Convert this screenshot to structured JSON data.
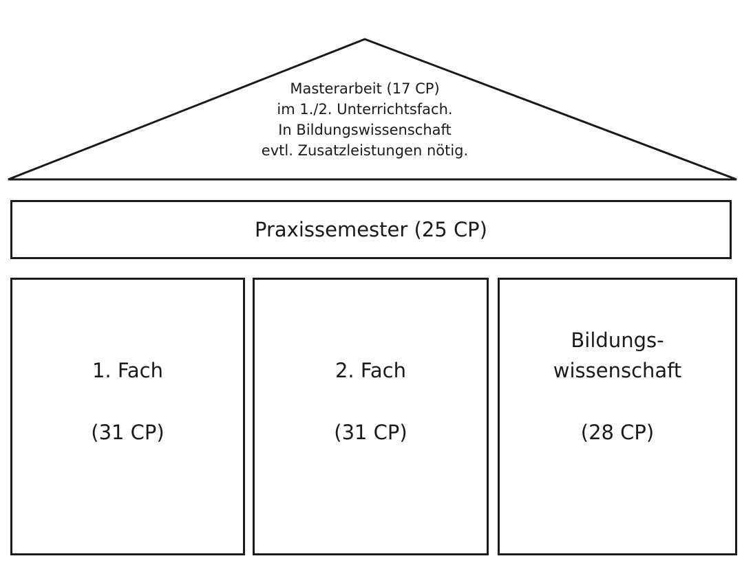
{
  "roof": {
    "lines": [
      "Masterarbeit (17 CP)",
      "im 1./2. Unterrichtsfach.",
      "In Bildungswissenschaft",
      "evtl. Zusatzleistungen nötig."
    ]
  },
  "beam": {
    "label": "Praxissemester (25 CP)"
  },
  "pillars": [
    {
      "title_lines": [
        "1. Fach"
      ],
      "cp": "(31 CP)"
    },
    {
      "title_lines": [
        "2. Fach"
      ],
      "cp": "(31 CP)"
    },
    {
      "title_lines": [
        "Bildungs-",
        "wissenschaft"
      ],
      "cp": "(28 CP)"
    }
  ]
}
